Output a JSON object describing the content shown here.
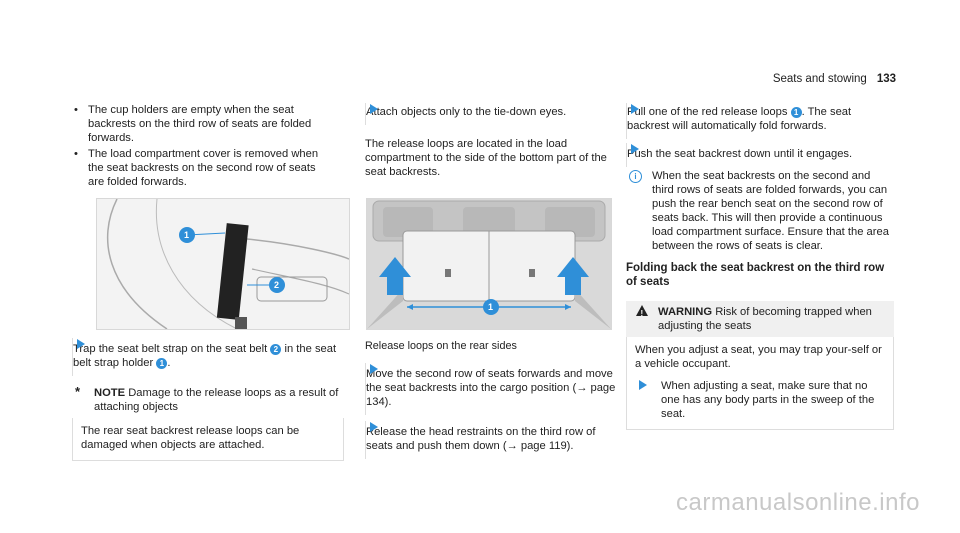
{
  "header": {
    "section": "Seats and stowing",
    "page_number": "133"
  },
  "col1": {
    "bullets": [
      "The cup holders are empty when the seat backrests on the third row of seats are folded forwards.",
      "The load compartment cover is removed when the seat backrests on the second row of seats are folded forwards."
    ],
    "step_trap": {
      "before": "Trap the seat belt strap on the seat belt",
      "mid": "in the seat belt strap holder",
      "after": "."
    },
    "note": {
      "label": "NOTE",
      "title": "Damage to the release loops as a result of attaching objects",
      "text": "The rear seat backrest release loops can be damaged when objects are attached."
    },
    "figure_callouts": [
      "1",
      "2"
    ]
  },
  "col2": {
    "step_attach": "Attach objects only to the tie-down eyes.",
    "intro": "The release loops are located in the load compartment to the side of the bottom part of the seat backrests.",
    "caption": "Release loops on the rear sides",
    "step_move": "Move the second row of seats forwards and move the seat backrests into the cargo position (→ page 134).",
    "step_release": "Release the head restraints on the third row of seats and push them down (→ page 119).",
    "figure_callouts": [
      "1"
    ]
  },
  "col3": {
    "step_pull_a": "Pull one of the red release loops",
    "step_pull_b": ". The seat backrest will automatically fold forwards.",
    "step_push": "Push the seat backrest down until it engages.",
    "info": "When the seat backrests on the second and third rows of seats are folded forwards, you can push the rear bench seat on the second row of seats back. This will then provide a continuous load compartment surface. Ensure that the area between the rows of seats is clear.",
    "heading": "Folding back the seat backrest on the third row of seats",
    "warning": {
      "label": "WARNING",
      "title": "Risk of becoming trapped when adjusting the seats",
      "text": "When you adjust a seat, you may trap your-self or a vehicle occupant.",
      "step": "When adjusting a seat, make sure that no one has any body parts in the sweep of the seat."
    }
  },
  "watermark": "carmanualsonline.info",
  "colors": {
    "accent": "#2f8fd8"
  }
}
